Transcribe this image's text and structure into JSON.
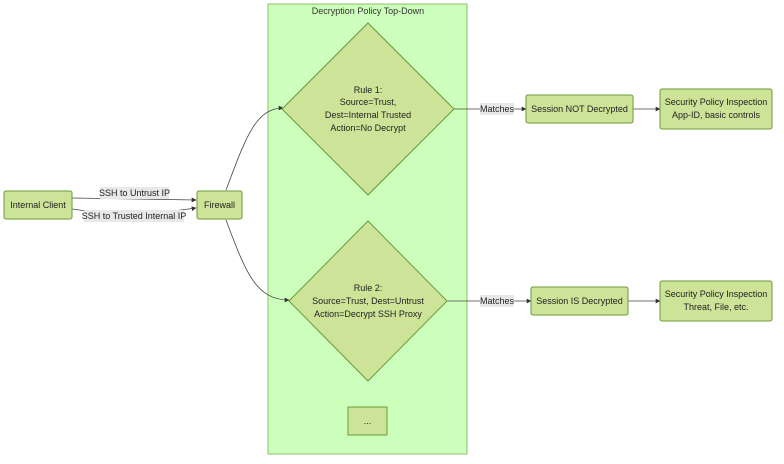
{
  "colors": {
    "node_fill": "#cde498",
    "node_stroke": "#6a9a3a",
    "cluster_fill": "#ccffbb",
    "cluster_stroke": "#8fbf6a",
    "edge": "#444444",
    "label_bg": "#e8e8e8"
  },
  "cluster": {
    "title": "Decryption Policy Top-Down"
  },
  "nodes": {
    "internal_client": "Internal Client",
    "firewall": "Firewall",
    "rule1": [
      "Rule 1:",
      "Source=Trust,",
      "Dest=Internal Trusted",
      "Action=No Decrypt"
    ],
    "rule2": [
      "Rule 2:",
      "Source=Trust, Dest=Untrust",
      "Action=Decrypt SSH Proxy"
    ],
    "ellipsis": "...",
    "session_not_decrypted": "Session NOT Decrypted",
    "session_is_decrypted": "Session IS Decrypted",
    "inspection_basic": [
      "Security Policy Inspection",
      "App-ID, basic controls"
    ],
    "inspection_full": [
      "Security Policy Inspection",
      "Threat, File, etc."
    ]
  },
  "edges": {
    "client_to_fw_untrust": "SSH to Untrust IP",
    "client_to_fw_trusted": "SSH to Trusted Internal IP",
    "rule1_matches": "Matches",
    "rule2_matches": "Matches"
  }
}
